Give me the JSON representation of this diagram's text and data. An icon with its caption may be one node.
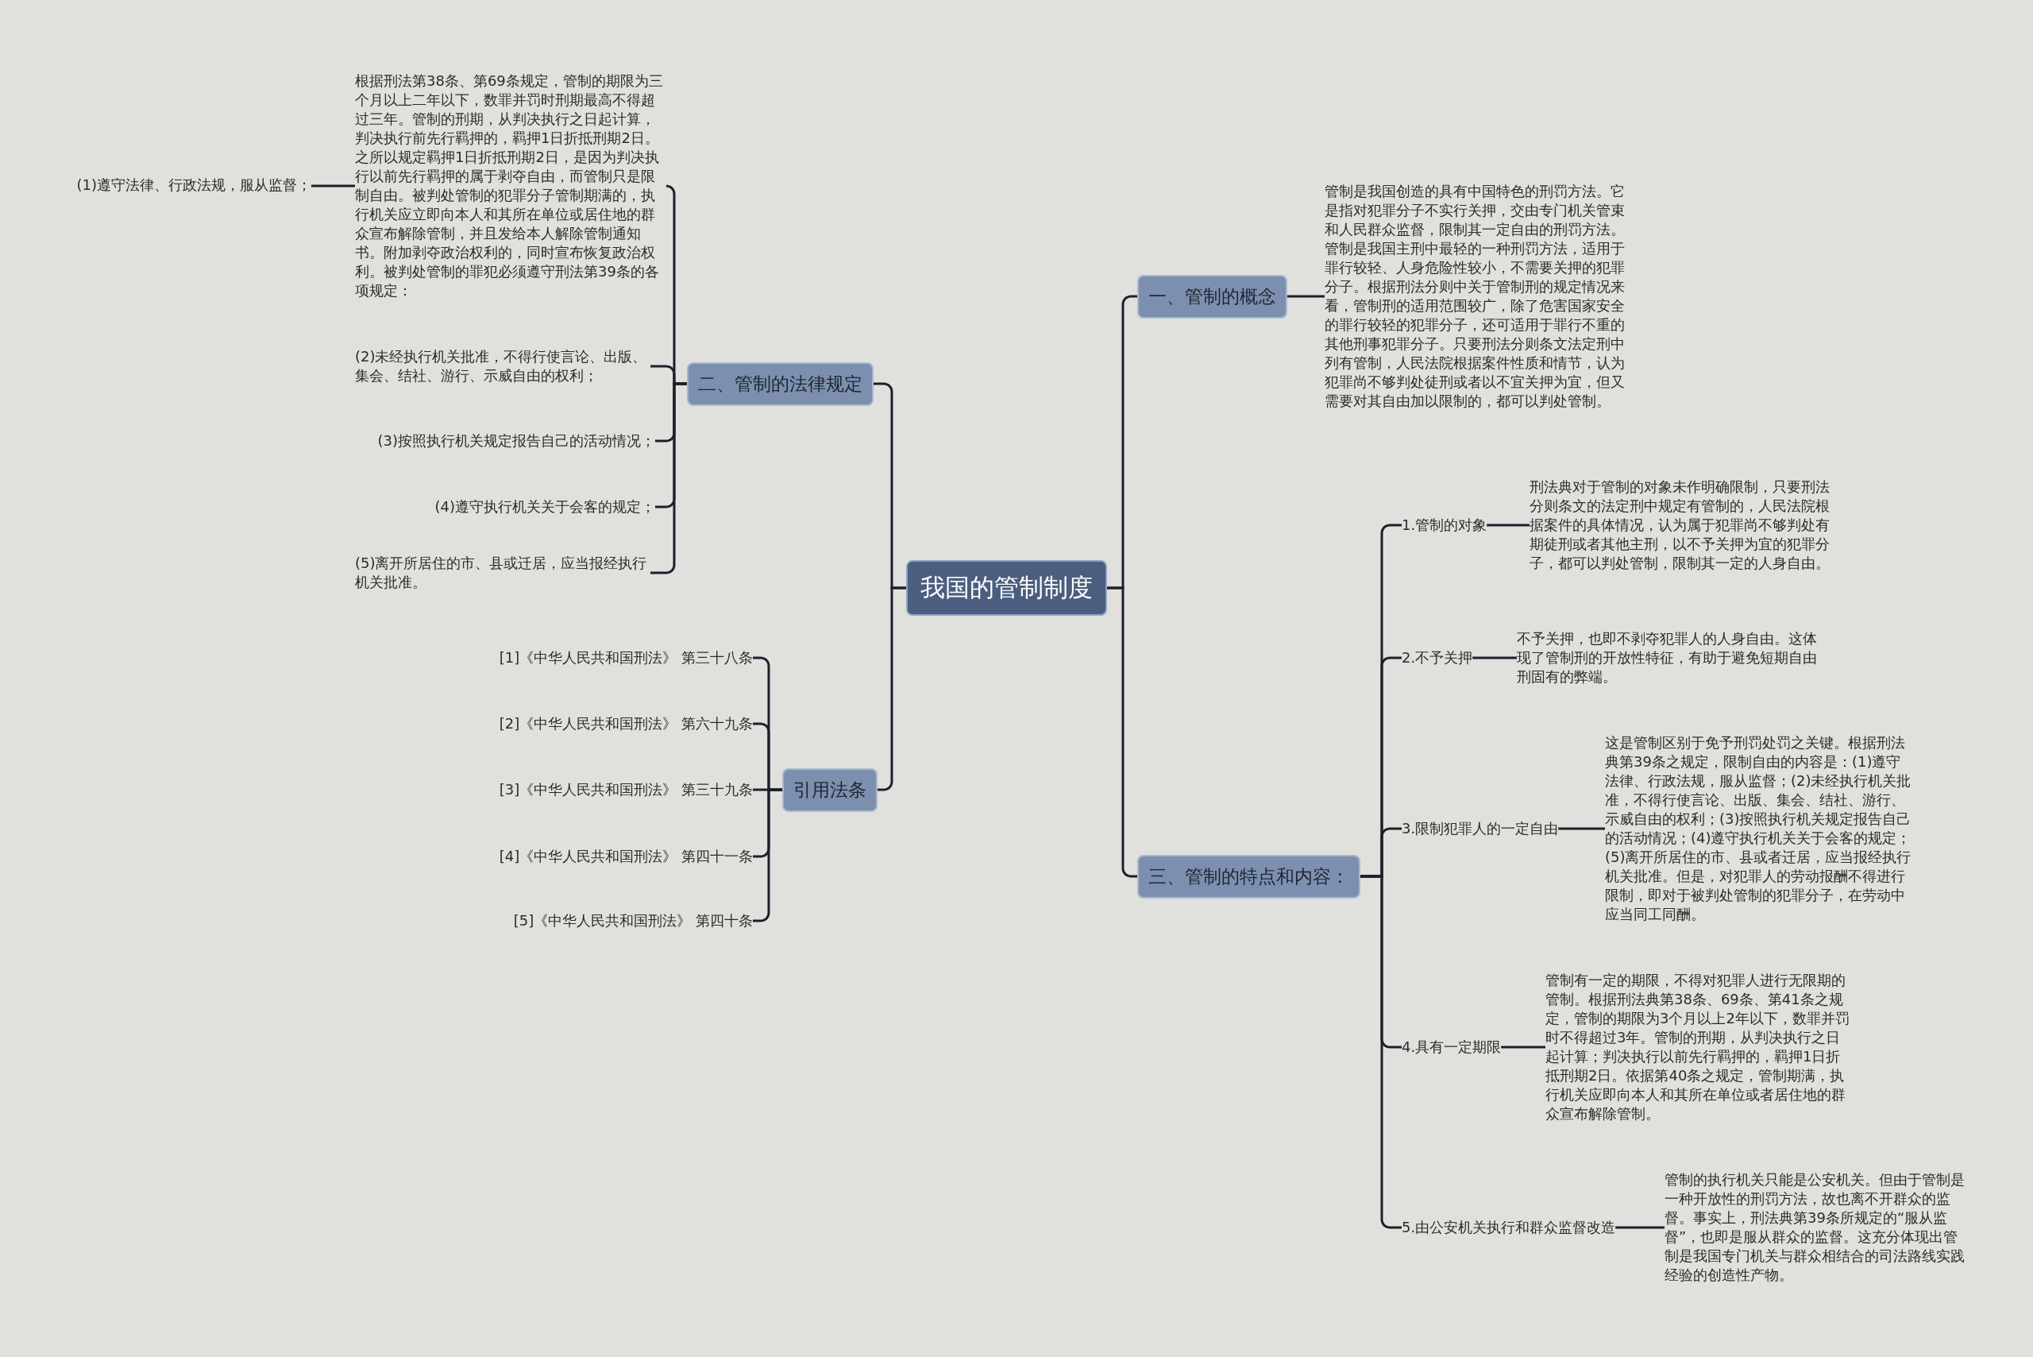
{
  "diagram": {
    "nodes": [
      {
        "text": [
          "我国的管制制度"
        ]
      },
      {
        "text": [
          "二、管制的法律规定"
        ]
      },
      {
        "text": [
          "根据刑法第38条、第69条规定，管制的期限为三个月以上二年以下，数罪并罚时刑期最高不得超过三年。管制的刑期，从判决执行之日起计算，判决执行前先行羁押的，羁押1日折抵刑期2日。之所以规定羁押1日折抵刑期2日，是因为判决执行以前先行羁押的属于剥夺自由，而管制只是限制自由。被判处管制的犯罪分子管制期满的，执行机关应立即向本人和其所在单位或居住地的群众宣布解除管制，并且发给本人解除管制通知书。附加剥夺政治权利的，同时宣布恢复政治权利。被判处管制的罪犯必须遵守刑法第39条的各项规定："
        ]
      },
      {
        "text": [
          "(1)遵守法律、行政法规，服从监督；"
        ]
      },
      {
        "text": [
          "(2)未经执行机关批准，不得行使言论、出版、集会、结社、游行、示威自由的权利；"
        ]
      },
      {
        "text": [
          "(3)按照执行机关规定报告自己的活动情况；"
        ]
      },
      {
        "text": [
          "(4)遵守执行机关关于会客的规定；"
        ]
      },
      {
        "text": [
          "(5)离开所居住的市、县或迁居，应当报经执行机关批准。"
        ]
      },
      {
        "text": [
          "引用法条"
        ]
      },
      {
        "text": [
          "[1]《中华人民共和国刑法》 第三十八条"
        ]
      },
      {
        "text": [
          "[2]《中华人民共和国刑法》 第六十九条"
        ]
      },
      {
        "text": [
          "[3]《中华人民共和国刑法》 第三十九条"
        ]
      },
      {
        "text": [
          "[4]《中华人民共和国刑法》 第四十一条"
        ]
      },
      {
        "text": [
          "[5]《中华人民共和国刑法》 第四十条"
        ]
      },
      {
        "text": [
          "一、管制的概念"
        ]
      },
      {
        "text": [
          "管制是我国创造的具有中国特色的刑罚方法。它是指对犯罪分子不实行关押，交由专门机关管束和人民群众监督，限制其一定自由的刑罚方法。管制是我国主刑中最轻的一种刑罚方法，适用于罪行较轻、人身危险性较小，不需要关押的犯罪分子。根据刑法分则中关于管制刑的规定情况来看，管制刑的适用范围较广，除了危害国家安全的罪行较轻的犯罪分子，还可适用于罪行不重的其他刑事犯罪分子。只要刑法分则条文法定刑中列有管制，人民法院根据案件性质和情节，认为犯罪尚不够判处徒刑或者以不宜关押为宜，但又需要对其自由加以限制的，都可以判处管制。"
        ]
      },
      {
        "text": [
          "三、管制的特点和内容："
        ]
      },
      {
        "text": [
          "1.管制的对象"
        ]
      },
      {
        "text": [
          "刑法典对于管制的对象未作明确限制，只要刑法分则条文的法定刑中规定有管制的，人民法院根据案件的具体情况，认为属于犯罪尚不够判处有期徒刑或者其他主刑，以不予关押为宜的犯罪分子，都可以判处管制，限制其一定的人身自由。"
        ]
      },
      {
        "text": [
          "2.不予关押"
        ]
      },
      {
        "text": [
          "不予关押，也即不剥夺犯罪人的人身自由。这体现了管制刑的开放性特征，有助于避免短期自由刑固有的弊端。"
        ]
      },
      {
        "text": [
          "3.限制犯罪人的一定自由"
        ]
      },
      {
        "text": [
          "这是管制区别于免予刑罚处罚之关键。根据刑法典第39条之规定，限制自由的内容是：(1)遵守法律、行政法规，服从监督；(2)未经执行机关批准，不得行使言论、出版、集会、结社、游行、示威自由的权利；(3)按照执行机关规定报告自己的活动情况；(4)遵守执行机关关于会客的规定；(5)离开所居住的市、县或者迁居，应当报经执行机关批准。但是，对犯罪人的劳动报酬不得进行限制，即对于被判处管制的犯罪分子，在劳动中应当同工同酬。"
        ]
      },
      {
        "text": [
          "4.具有一定期限"
        ]
      },
      {
        "text": [
          "管制有一定的期限，不得对犯罪人进行无限期的管制。根据刑法典第38条、69条、第41条之规定，管制的期限为3个月以上2年以下，数罪并罚时不得超过3年。管制的刑期，从判决执行之日起计算；判决执行以前先行羁押的，羁押1日折抵刑期2日。依据第40条之规定，管制期满，执行机关应即向本人和其所在单位或者居住地的群众宣布解除管制。"
        ]
      },
      {
        "text": [
          "5.由公安机关执行和群众监督改造"
        ]
      },
      {
        "text": [
          "管制的执行机关只能是公安机关。但由于管制是一种开放性的刑罚方法，故也离不开群众的监督。事实上，刑法典第39条所规定的“服从监督”，也即是服从群众的监督。这充分体现出管制是我国专门机关与群众相结合的司法路线实践经验的创造性产物。"
        ]
      }
    ],
    "edges": [
      {
        "from": 0,
        "to": 1,
        "arrow": "none"
      },
      {
        "from": 1,
        "to": 2,
        "arrow": "none"
      },
      {
        "from": 2,
        "to": 3,
        "arrow": "none"
      },
      {
        "from": 1,
        "to": 4,
        "arrow": "none"
      },
      {
        "from": 1,
        "to": 5,
        "arrow": "none"
      },
      {
        "from": 1,
        "to": 6,
        "arrow": "none"
      },
      {
        "from": 1,
        "to": 7,
        "arrow": "none"
      },
      {
        "from": 0,
        "to": 8,
        "arrow": "none"
      },
      {
        "from": 8,
        "to": 9,
        "arrow": "none"
      },
      {
        "from": 8,
        "to": 10,
        "arrow": "none"
      },
      {
        "from": 8,
        "to": 11,
        "arrow": "none"
      },
      {
        "from": 8,
        "to": 12,
        "arrow": "none"
      },
      {
        "from": 8,
        "to": 13,
        "arrow": "none"
      },
      {
        "from": 0,
        "to": 14,
        "arrow": "none"
      },
      {
        "from": 14,
        "to": 15,
        "arrow": "none"
      },
      {
        "from": 0,
        "to": 16,
        "arrow": "none"
      },
      {
        "from": 16,
        "to": 17,
        "arrow": "none"
      },
      {
        "from": 17,
        "to": 18,
        "arrow": "none"
      },
      {
        "from": 16,
        "to": 19,
        "arrow": "none"
      },
      {
        "from": 19,
        "to": 20,
        "arrow": "none"
      },
      {
        "from": 16,
        "to": 21,
        "arrow": "none"
      },
      {
        "from": 21,
        "to": 22,
        "arrow": "none"
      },
      {
        "from": 16,
        "to": 23,
        "arrow": "none"
      },
      {
        "from": 23,
        "to": 24,
        "arrow": "none"
      },
      {
        "from": 16,
        "to": 25,
        "arrow": "none"
      },
      {
        "from": 25,
        "to": 26,
        "arrow": "none"
      }
    ]
  }
}
